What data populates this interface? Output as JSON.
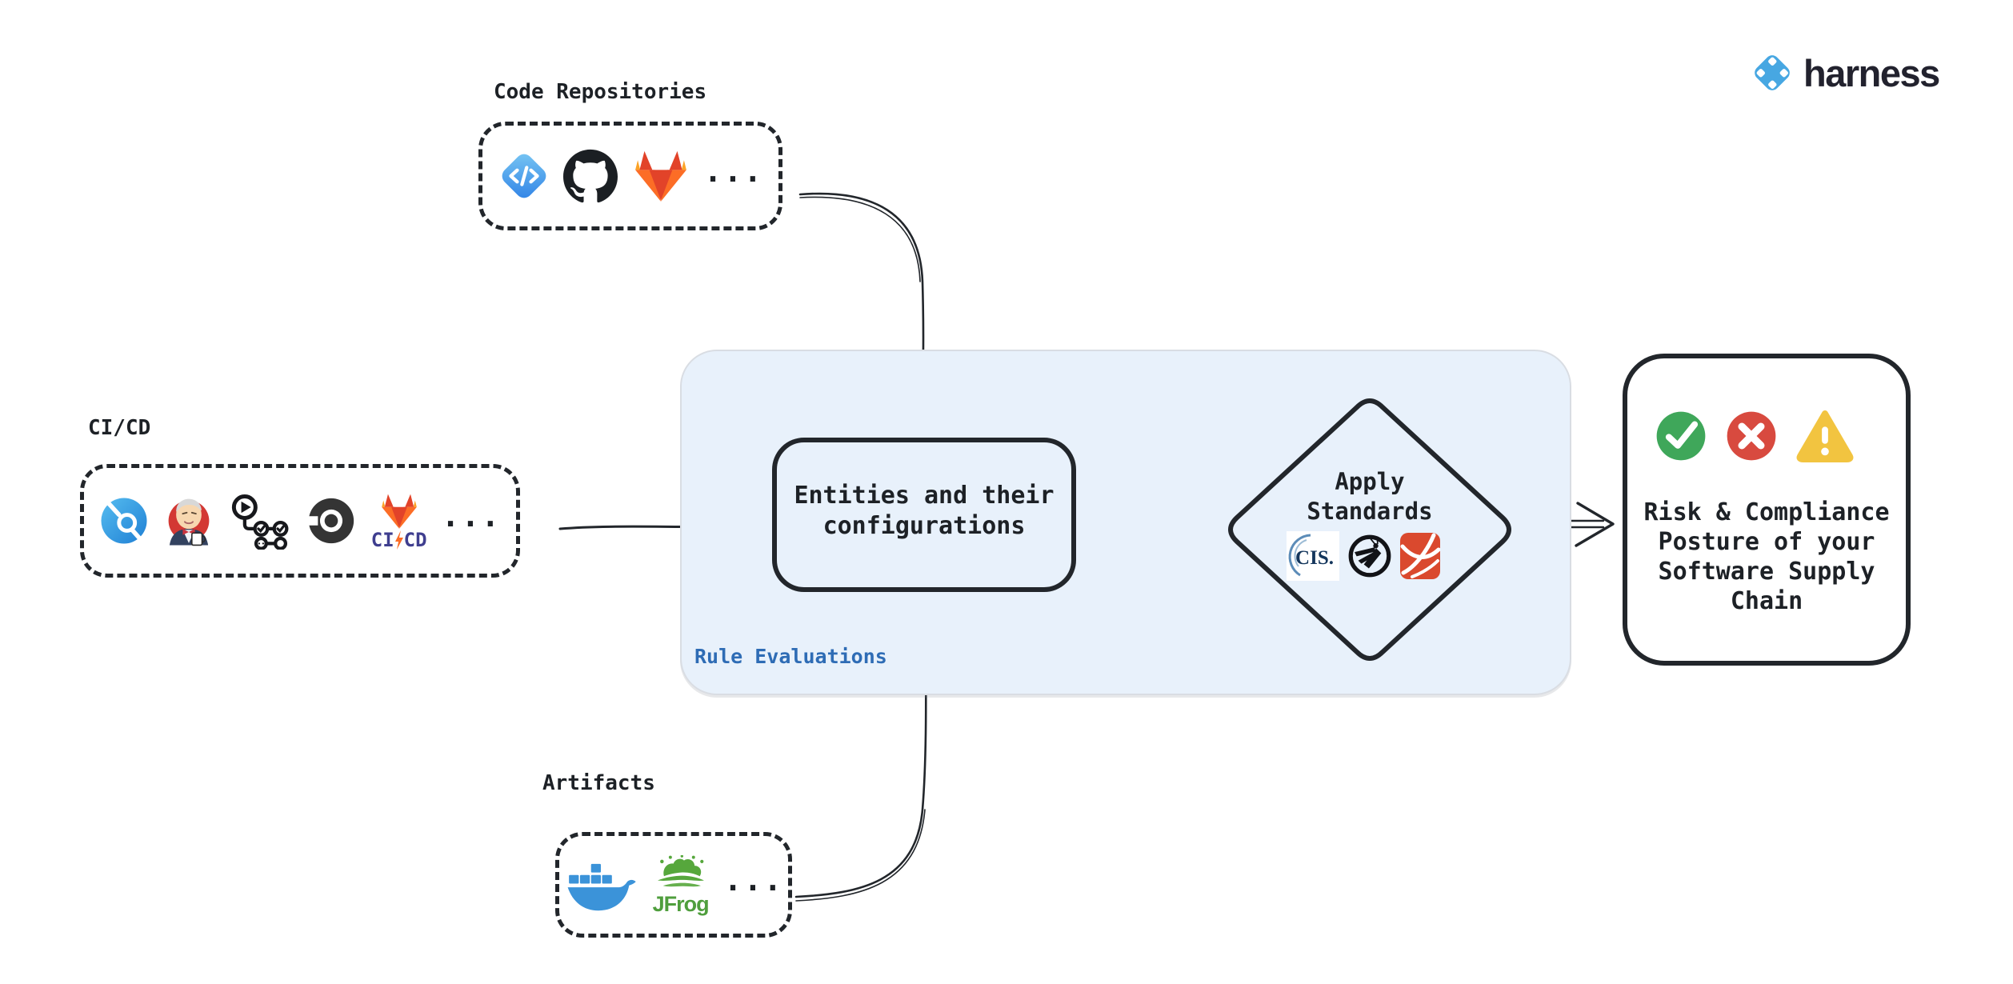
{
  "brand": {
    "wordmark": "harness",
    "logo_color": "#47a7e2",
    "text_color": "#22222e"
  },
  "groups": {
    "code_repositories": {
      "label": "Code Repositories",
      "icon_names": [
        "harness-code-icon",
        "github-icon",
        "gitlab-icon"
      ],
      "ellipsis": "..."
    },
    "cicd": {
      "label": "CI/CD",
      "icon_names": [
        "harness-ci-icon",
        "jenkins-icon",
        "github-actions-icon",
        "circleci-icon",
        "gitlab-cicd-icon"
      ],
      "gitlab_ci": "CI",
      "gitlab_cd": "CD",
      "ellipsis": "..."
    },
    "artifacts": {
      "label": "Artifacts",
      "icon_names": [
        "docker-icon",
        "jfrog-icon"
      ],
      "jfrog_text": "JFrog",
      "ellipsis": "..."
    }
  },
  "panel": {
    "label": "Rule Evaluations",
    "label_color": "#2e6cb5",
    "bg_color": "#e8f1fb"
  },
  "entities": {
    "line1": "Entities and their",
    "line2": "configurations"
  },
  "diamond": {
    "line1": "Apply",
    "line2": "Standards",
    "cis_text": "CIS.",
    "icon_names": [
      "cis-logo",
      "owasp-logo",
      "red-ribbon-logo"
    ]
  },
  "result": {
    "icon_names": [
      "check-circle-icon",
      "cross-circle-icon",
      "warning-triangle-icon"
    ],
    "status_colors": {
      "pass": "#3fa75a",
      "fail": "#d84a3f",
      "warn": "#f2c440"
    },
    "lines": [
      "Risk & Compliance",
      "Posture of your",
      "Software Supply",
      "Chain"
    ]
  }
}
